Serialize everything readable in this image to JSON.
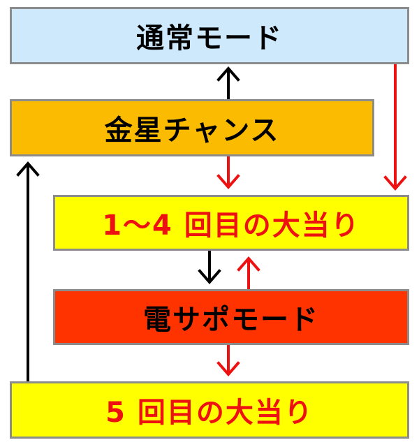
{
  "colors": {
    "border": "#8c8c8c",
    "red_arrow": "#ee1111",
    "black_arrow": "#000000",
    "red_text": "#ee1111",
    "dark_text": "#000000"
  },
  "boxes": {
    "normal_mode": {
      "label": "通常モード",
      "bg": "#cde9fb",
      "text_color": "#000000"
    },
    "venus_chance": {
      "label": "金星チャンス",
      "bg": "#fbbb00",
      "text_color": "#000000"
    },
    "hit_1_4": {
      "label": "1～4 回目の大当り",
      "bg": "#ffff00",
      "text_color": "#ee1111"
    },
    "densapo_mode": {
      "label": "電サポモード",
      "bg": "#ff3300",
      "text_color": "#000000"
    },
    "hit_5": {
      "label": "5 回目の大当り",
      "bg": "#ffff00",
      "text_color": "#ee1111"
    }
  }
}
